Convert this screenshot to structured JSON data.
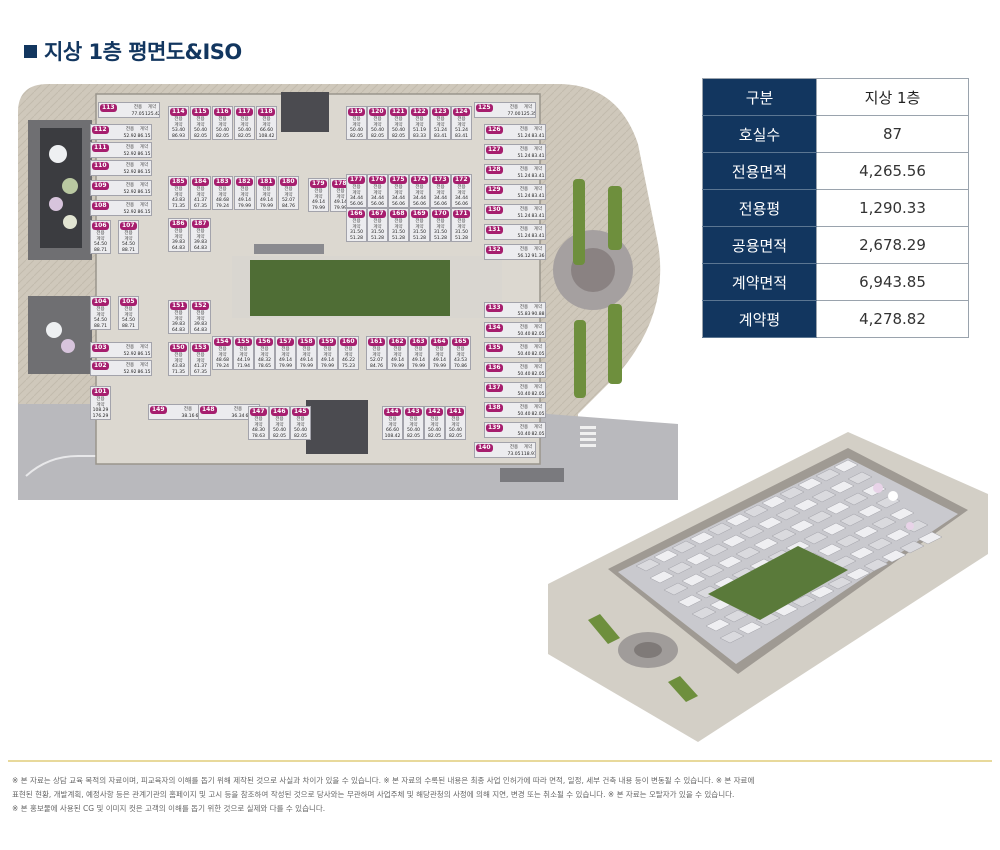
{
  "page": {
    "title": "지상 1층 평면도&ISO"
  },
  "summary_table": {
    "header": {
      "label": "구분",
      "value": "지상 1층"
    },
    "rows": [
      {
        "label": "호실수",
        "value": "87"
      },
      {
        "label": "전용면적",
        "value": "4,265.56"
      },
      {
        "label": "전용평",
        "value": "1,290.33"
      },
      {
        "label": "공용면적",
        "value": "2,678.29"
      },
      {
        "label": "계약면적",
        "value": "6,943.85"
      },
      {
        "label": "계약평",
        "value": "4,278.82"
      }
    ]
  },
  "unit_labels": {
    "exclusive": "전용",
    "contract": "계약"
  },
  "units": {
    "u113": {
      "no": "113",
      "exclusive": "77.05",
      "contract": "125.42"
    },
    "u112": {
      "no": "112",
      "exclusive": "52.92",
      "contract": "86.15"
    },
    "u111": {
      "no": "111",
      "exclusive": "52.92",
      "contract": "86.15"
    },
    "u110": {
      "no": "110",
      "exclusive": "52.92",
      "contract": "86.15"
    },
    "u109": {
      "no": "109",
      "exclusive": "52.92",
      "contract": "86.15"
    },
    "u108": {
      "no": "108",
      "exclusive": "52.92",
      "contract": "86.15"
    },
    "u106": {
      "no": "106",
      "exclusive": "54.50",
      "contract": "88.71"
    },
    "u107": {
      "no": "107",
      "exclusive": "54.50",
      "contract": "88.71"
    },
    "u104": {
      "no": "104",
      "exclusive": "54.50",
      "contract": "88.71"
    },
    "u105": {
      "no": "105",
      "exclusive": "54.50",
      "contract": "88.71"
    },
    "u103": {
      "no": "103",
      "exclusive": "52.92",
      "contract": "86.15"
    },
    "u102": {
      "no": "102",
      "exclusive": "52.92",
      "contract": "86.15"
    },
    "u101": {
      "no": "101",
      "exclusive": "108.29",
      "contract": "176.29"
    },
    "u114": {
      "no": "114",
      "exclusive": "53.40",
      "contract": "86.93"
    },
    "u115": {
      "no": "115",
      "exclusive": "50.40",
      "contract": "82.05"
    },
    "u116": {
      "no": "116",
      "exclusive": "50.40",
      "contract": "82.05"
    },
    "u117": {
      "no": "117",
      "exclusive": "50.40",
      "contract": "82.05"
    },
    "u118": {
      "no": "118",
      "exclusive": "66.60",
      "contract": "108.42"
    },
    "u119": {
      "no": "119",
      "exclusive": "50.40",
      "contract": "82.05"
    },
    "u120": {
      "no": "120",
      "exclusive": "50.40",
      "contract": "82.05"
    },
    "u121": {
      "no": "121",
      "exclusive": "50.40",
      "contract": "82.05"
    },
    "u122": {
      "no": "122",
      "exclusive": "51.19",
      "contract": "83.33"
    },
    "u123": {
      "no": "123",
      "exclusive": "51.24",
      "contract": "83.41"
    },
    "u124": {
      "no": "124",
      "exclusive": "51.24",
      "contract": "83.41"
    },
    "u125": {
      "no": "125",
      "exclusive": "77.00",
      "contract": "125.35"
    },
    "u126": {
      "no": "126",
      "exclusive": "51.24",
      "contract": "83.41"
    },
    "u127": {
      "no": "127",
      "exclusive": "51.24",
      "contract": "83.41"
    },
    "u128": {
      "no": "128",
      "exclusive": "51.24",
      "contract": "83.41"
    },
    "u129": {
      "no": "129",
      "exclusive": "51.24",
      "contract": "83.41"
    },
    "u130": {
      "no": "130",
      "exclusive": "51.24",
      "contract": "83.41"
    },
    "u131": {
      "no": "131",
      "exclusive": "51.24",
      "contract": "83.41"
    },
    "u132": {
      "no": "132",
      "exclusive": "56.12",
      "contract": "91.36"
    },
    "u133": {
      "no": "133",
      "exclusive": "55.83",
      "contract": "90.88"
    },
    "u134": {
      "no": "134",
      "exclusive": "50.40",
      "contract": "82.05"
    },
    "u135": {
      "no": "135",
      "exclusive": "50.40",
      "contract": "82.05"
    },
    "u136": {
      "no": "136",
      "exclusive": "50.40",
      "contract": "82.05"
    },
    "u137": {
      "no": "137",
      "exclusive": "50.40",
      "contract": "82.05"
    },
    "u138": {
      "no": "138",
      "exclusive": "50.40",
      "contract": "82.05"
    },
    "u139": {
      "no": "139",
      "exclusive": "50.40",
      "contract": "82.05"
    },
    "u140": {
      "no": "140",
      "exclusive": "73.05",
      "contract": "118.91"
    },
    "u141": {
      "no": "141",
      "exclusive": "50.40",
      "contract": "82.05"
    },
    "u142": {
      "no": "142",
      "exclusive": "50.40",
      "contract": "82.05"
    },
    "u143": {
      "no": "143",
      "exclusive": "50.40",
      "contract": "82.05"
    },
    "u144": {
      "no": "144",
      "exclusive": "66.60",
      "contract": "108.42"
    },
    "u145": {
      "no": "145",
      "exclusive": "50.40",
      "contract": "82.05"
    },
    "u146": {
      "no": "146",
      "exclusive": "50.40",
      "contract": "82.05"
    },
    "u147": {
      "no": "147",
      "exclusive": "48.30",
      "contract": "78.63"
    },
    "u148": {
      "no": "148",
      "exclusive": "36.34",
      "contract": "62.41"
    },
    "u149": {
      "no": "149",
      "exclusive": "38.16",
      "contract": "62.12"
    },
    "u150": {
      "no": "150",
      "exclusive": "43.83",
      "contract": "71.35"
    },
    "u151": {
      "no": "151",
      "exclusive": "39.83",
      "contract": "64.83"
    },
    "u152": {
      "no": "152",
      "exclusive": "39.83",
      "contract": "64.83"
    },
    "u153": {
      "no": "153",
      "exclusive": "41.37",
      "contract": "67.35"
    },
    "u154": {
      "no": "154",
      "exclusive": "48.68",
      "contract": "79.24"
    },
    "u155": {
      "no": "155",
      "exclusive": "44.19",
      "contract": "71.94"
    },
    "u156": {
      "no": "156",
      "exclusive": "48.32",
      "contract": "78.65"
    },
    "u157": {
      "no": "157",
      "exclusive": "49.14",
      "contract": "79.99"
    },
    "u158": {
      "no": "158",
      "exclusive": "49.14",
      "contract": "79.99"
    },
    "u159": {
      "no": "159",
      "exclusive": "49.14",
      "contract": "79.99"
    },
    "u160": {
      "no": "160",
      "exclusive": "46.22",
      "contract": "75.23"
    },
    "u161": {
      "no": "161",
      "exclusive": "52.07",
      "contract": "84.76"
    },
    "u162": {
      "no": "162",
      "exclusive": "49.14",
      "contract": "79.99"
    },
    "u163": {
      "no": "163",
      "exclusive": "49.14",
      "contract": "79.99"
    },
    "u164": {
      "no": "164",
      "exclusive": "49.14",
      "contract": "79.99"
    },
    "u165": {
      "no": "165",
      "exclusive": "43.53",
      "contract": "70.86"
    },
    "u166": {
      "no": "166",
      "exclusive": "31.50",
      "contract": "51.28"
    },
    "u167": {
      "no": "167",
      "exclusive": "31.50",
      "contract": "51.28"
    },
    "u168": {
      "no": "168",
      "exclusive": "31.50",
      "contract": "51.28"
    },
    "u169": {
      "no": "169",
      "exclusive": "31.50",
      "contract": "51.28"
    },
    "u170": {
      "no": "170",
      "exclusive": "31.50",
      "contract": "51.28"
    },
    "u171": {
      "no": "171",
      "exclusive": "31.50",
      "contract": "51.28"
    },
    "u172": {
      "no": "172",
      "exclusive": "34.44",
      "contract": "56.06"
    },
    "u173": {
      "no": "173",
      "exclusive": "34.44",
      "contract": "56.06"
    },
    "u174": {
      "no": "174",
      "exclusive": "34.44",
      "contract": "56.06"
    },
    "u175": {
      "no": "175",
      "exclusive": "34.44",
      "contract": "56.06"
    },
    "u176": {
      "no": "176",
      "exclusive": "34.44",
      "contract": "56.06"
    },
    "u177": {
      "no": "177",
      "exclusive": "34.44",
      "contract": "56.06"
    },
    "u178": {
      "no": "178",
      "exclusive": "49.14",
      "contract": "79.99"
    },
    "u179": {
      "no": "179",
      "exclusive": "49.14",
      "contract": "79.99"
    },
    "u180": {
      "no": "180",
      "exclusive": "52.07",
      "contract": "84.76"
    },
    "u181": {
      "no": "181",
      "exclusive": "49.14",
      "contract": "79.99"
    },
    "u182": {
      "no": "182",
      "exclusive": "49.14",
      "contract": "79.99"
    },
    "u183": {
      "no": "183",
      "exclusive": "48.68",
      "contract": "79.24"
    },
    "u184": {
      "no": "184",
      "exclusive": "41.37",
      "contract": "67.35"
    },
    "u185": {
      "no": "185",
      "exclusive": "43.83",
      "contract": "71.35"
    },
    "u186": {
      "no": "186",
      "exclusive": "39.83",
      "contract": "64.83"
    },
    "u187": {
      "no": "187",
      "exclusive": "39.83",
      "contract": "64.83"
    }
  },
  "disclaimer": {
    "line1": "※ 본 자료는 상담 교육 목적의 자료이며, 피교육자의 이해를 돕기 위해 제작된 것으로 사실과 차이가 있을 수 있습니다. ※ 본 자료의 수록된 내용은 최종 사업 인허가에 따라 면적, 일정, 세부 건축 내용 등이 변동될 수 있습니다. ※ 본 자료에",
    "line2": "표현된 현황, 개발계획, 예정사항 등은 관계기관의 홈페이지 및 고시 등을 참조하여 작성된 것으로 당사와는 무관하며 사업주체 및 해당관청의 사정에 의해 지연, 변경 또는 취소될 수 있습니다. ※ 본 자료는 오탈자가 있을 수 있습니다.",
    "line3": "※ 본 홍보물에 사용된 CG 및 이미지 컷은 고객의 이해를 돕기 위한 것으로 실제와 다를 수 있습니다."
  }
}
